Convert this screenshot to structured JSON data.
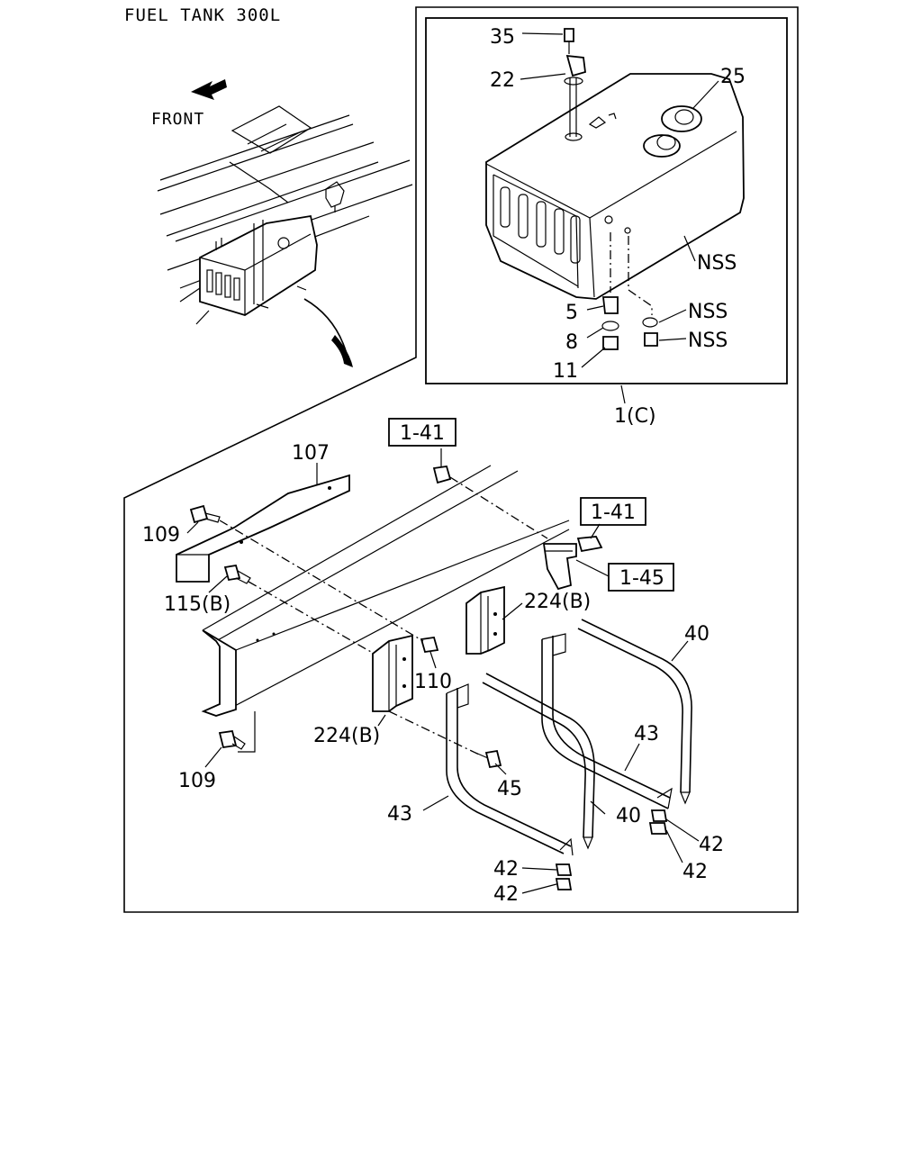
{
  "title": "FUEL TANK 300L",
  "front_label": "FRONT",
  "tank_callouts": {
    "p35": "35",
    "p22": "22",
    "p25": "25",
    "nss_tank": "NSS",
    "p5": "5",
    "p8": "8",
    "p11": "11",
    "nss_washer": "NSS",
    "nss_plug": "NSS",
    "assembly": "1(C)"
  },
  "mount_callouts": {
    "ref_1_41_a": "1-41",
    "ref_1_41_b": "1-41",
    "ref_1_45": "1-45",
    "p107": "107",
    "p109_top": "109",
    "p115b": "115(B)",
    "p224b_left": "224(B)",
    "p224b_right": "224(B)",
    "p110": "110",
    "p109_bottom": "109",
    "p40_right": "40",
    "p43_right": "43",
    "p45": "45",
    "p40_left": "40",
    "p43_left": "43",
    "p42_r1": "42",
    "p42_r2": "42",
    "p42_l1": "42",
    "p42_l2": "42"
  }
}
